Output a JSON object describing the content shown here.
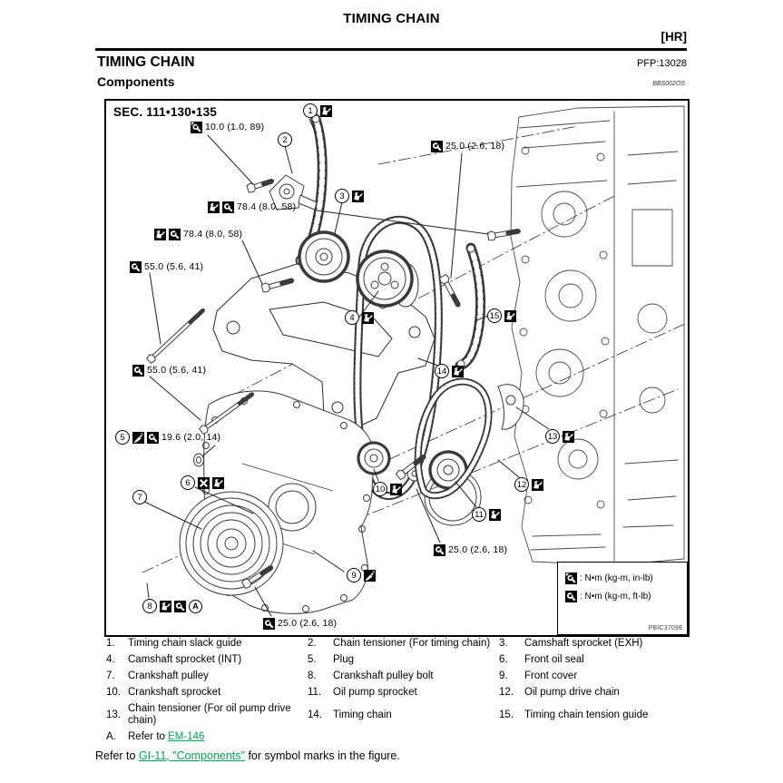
{
  "page": {
    "header_title": "TIMING CHAIN",
    "header_tag": "[HR]",
    "section_title": "TIMING CHAIN",
    "pfp": "PFP:13028",
    "subsection": "Components",
    "doc_code": "BBS002OS"
  },
  "figure": {
    "sec_label": "SEC. 111•130•135",
    "image_id": "PBIC3709E",
    "ref_a": "A",
    "legend": [
      {
        "icon": "torque-inlb-icon",
        "text": ": N•m (kg-m, in-lb)"
      },
      {
        "icon": "torque-ftlb-icon",
        "text": ": N•m (kg-m, ft-lb)"
      }
    ],
    "torques": [
      {
        "text": "10.0 (1.0, 89)",
        "icons": [
          "torque-inlb-icon"
        ]
      },
      {
        "text": "78.4 (8.0, 58)",
        "icons": [
          "oil-icon",
          "torque-ftlb-icon"
        ]
      },
      {
        "text": "78.4 (8.0, 58)",
        "icons": [
          "oil-icon",
          "torque-ftlb-icon"
        ]
      },
      {
        "text": "55.0 (5.6, 41)",
        "icons": [
          "torque-ftlb-icon"
        ]
      },
      {
        "text": "55.0 (5.6, 41)",
        "icons": [
          "torque-ftlb-icon"
        ]
      },
      {
        "text": "25.0 (2.6, 18)",
        "icons": [
          "torque-ftlb-icon"
        ]
      },
      {
        "text": "25.0 (2.6, 18)",
        "icons": [
          "torque-ftlb-icon"
        ]
      },
      {
        "text": "25.0 (2.6, 18)",
        "icons": [
          "torque-ftlb-icon"
        ]
      }
    ],
    "callouts": [
      {
        "n": "1",
        "icons": [
          "oil-icon"
        ]
      },
      {
        "n": "2",
        "icons": []
      },
      {
        "n": "3",
        "icons": [
          "oil-icon"
        ]
      },
      {
        "n": "4",
        "icons": [
          "oil-icon"
        ]
      },
      {
        "n": "5",
        "icons": [
          "sealant-icon",
          "torque-ftlb-icon"
        ],
        "torque": "19.6 (2.0, 14)"
      },
      {
        "n": "6",
        "icons": [
          "replace-icon",
          "oil-icon"
        ]
      },
      {
        "n": "7",
        "icons": []
      },
      {
        "n": "8",
        "icons": [
          "oil-icon",
          "torque-ftlb-icon",
          "ref-a"
        ]
      },
      {
        "n": "9",
        "icons": [
          "sealant-icon"
        ]
      },
      {
        "n": "10",
        "icons": [
          "oil-icon"
        ]
      },
      {
        "n": "11",
        "icons": [
          "oil-icon"
        ]
      },
      {
        "n": "12",
        "icons": [
          "oil-icon"
        ]
      },
      {
        "n": "13",
        "icons": [
          "oil-icon"
        ]
      },
      {
        "n": "14",
        "icons": [
          "oil-icon"
        ]
      },
      {
        "n": "15",
        "icons": [
          "oil-icon"
        ]
      }
    ]
  },
  "parts": [
    {
      "num": "1.",
      "name": "Timing chain slack guide"
    },
    {
      "num": "2.",
      "name": "Chain tensioner (For timing chain)"
    },
    {
      "num": "3.",
      "name": "Camshaft sprocket (EXH)"
    },
    {
      "num": "4.",
      "name": "Camshaft sprocket (INT)"
    },
    {
      "num": "5.",
      "name": "Plug"
    },
    {
      "num": "6.",
      "name": "Front oil seal"
    },
    {
      "num": "7.",
      "name": "Crankshaft pulley"
    },
    {
      "num": "8.",
      "name": "Crankshaft pulley bolt"
    },
    {
      "num": "9.",
      "name": "Front cover"
    },
    {
      "num": "10.",
      "name": "Crankshaft sprocket"
    },
    {
      "num": "11.",
      "name": "Oil pump sprocket"
    },
    {
      "num": "12.",
      "name": "Oil pump drive chain"
    },
    {
      "num": "13.",
      "name": "Chain tensioner (For oil pump drive chain)"
    },
    {
      "num": "14.",
      "name": "Timing chain"
    },
    {
      "num": "15.",
      "name": "Timing chain tension guide"
    }
  ],
  "note_a": {
    "num": "A.",
    "prefix": "Refer to ",
    "link": "EM-146"
  },
  "footer": {
    "prefix": "Refer to ",
    "link": "GI-11, \"Components\"",
    "suffix": "  for symbol marks in the figure."
  },
  "colors": {
    "link_green": "#00A551",
    "ink": "#000000"
  }
}
